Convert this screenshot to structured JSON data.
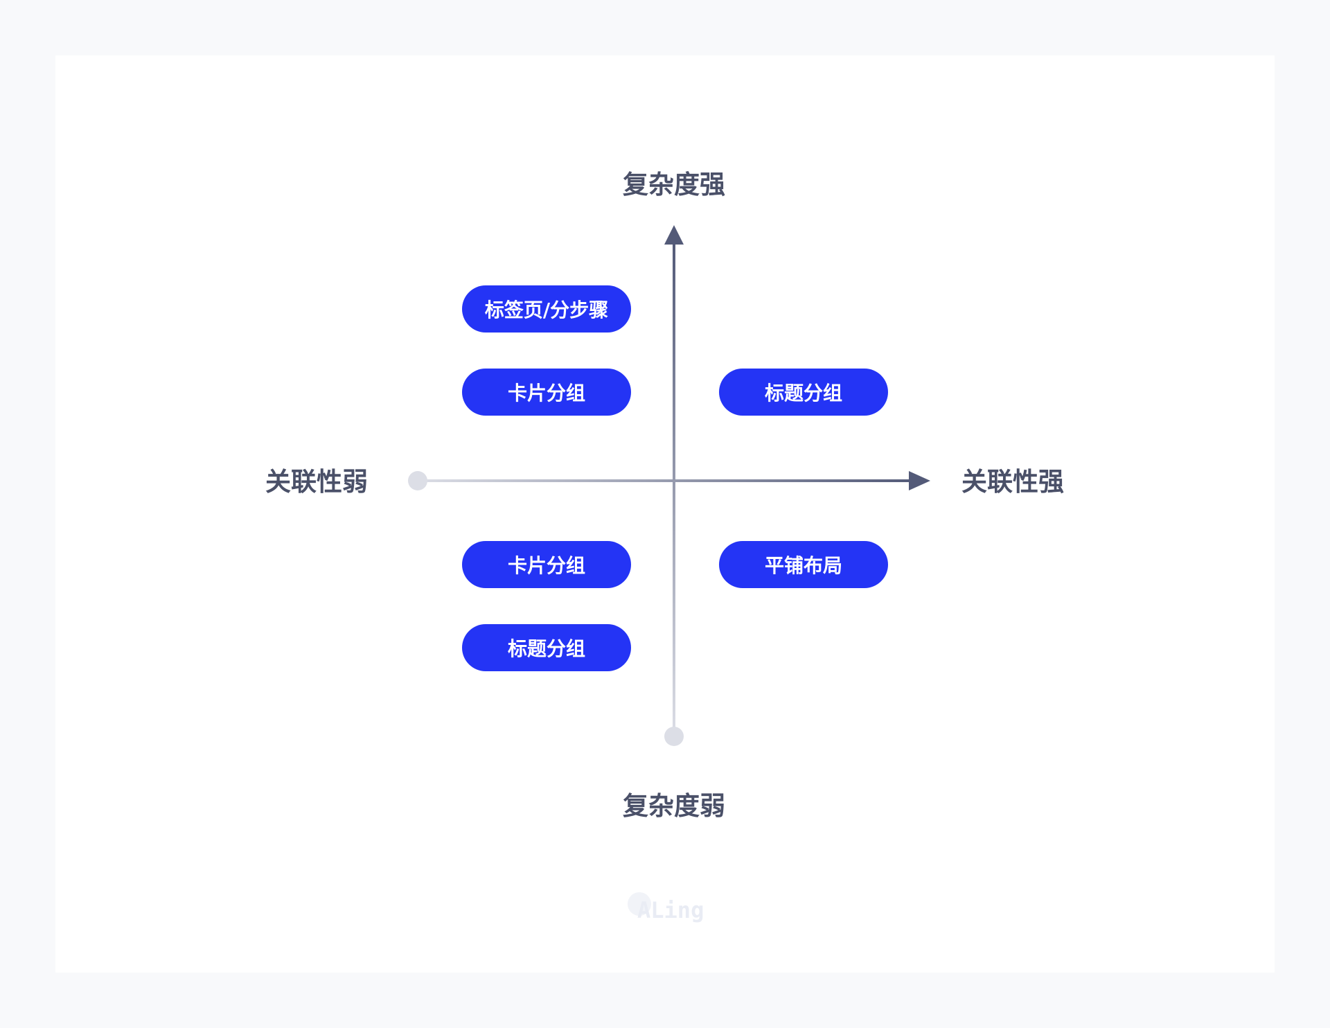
{
  "axes": {
    "top_label": "复杂度强",
    "bottom_label": "复杂度弱",
    "left_label": "关联性弱",
    "right_label": "关联性强"
  },
  "quadrants": {
    "top_left": [
      "标签页/分步骤",
      "卡片分组"
    ],
    "top_right": [
      "标题分组"
    ],
    "bottom_left": [
      "卡片分组",
      "标题分组"
    ],
    "bottom_right": [
      "平铺布局"
    ]
  },
  "watermark": "ALing",
  "colors": {
    "background": "#f8f9fb",
    "card": "#ffffff",
    "pill": "#2434f5",
    "axis_dark": "#535a78",
    "axis_light": "#dcdee6",
    "label": "#4a5068"
  }
}
